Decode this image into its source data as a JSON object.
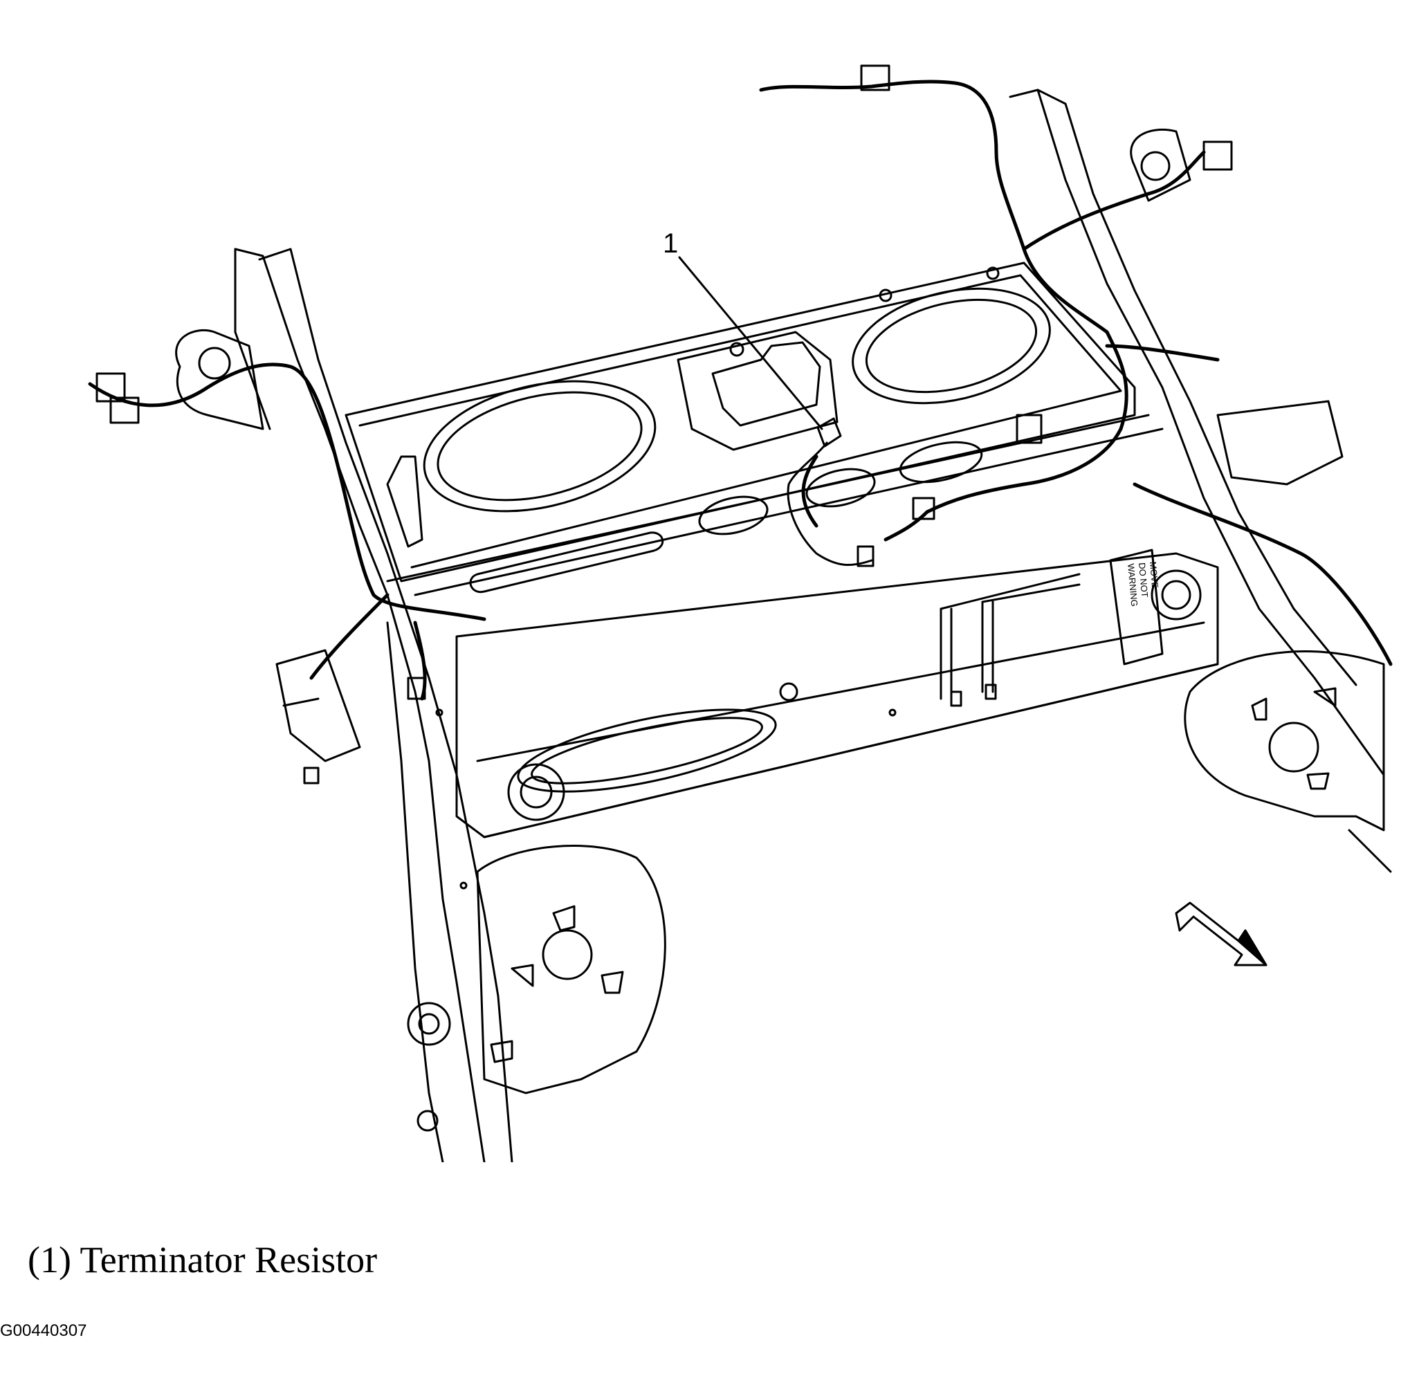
{
  "diagram": {
    "callout_number": "1",
    "label_plate": {
      "line1": "WARNING",
      "line2": "DO NOT",
      "line3": "MOVE"
    },
    "legend_text": "(1) Terminator Resistor",
    "figure_id": "G00440307"
  },
  "colors": {
    "stroke": "#000000",
    "background": "#ffffff"
  },
  "icons": {
    "direction_arrow": "front-direction-arrow-icon"
  }
}
